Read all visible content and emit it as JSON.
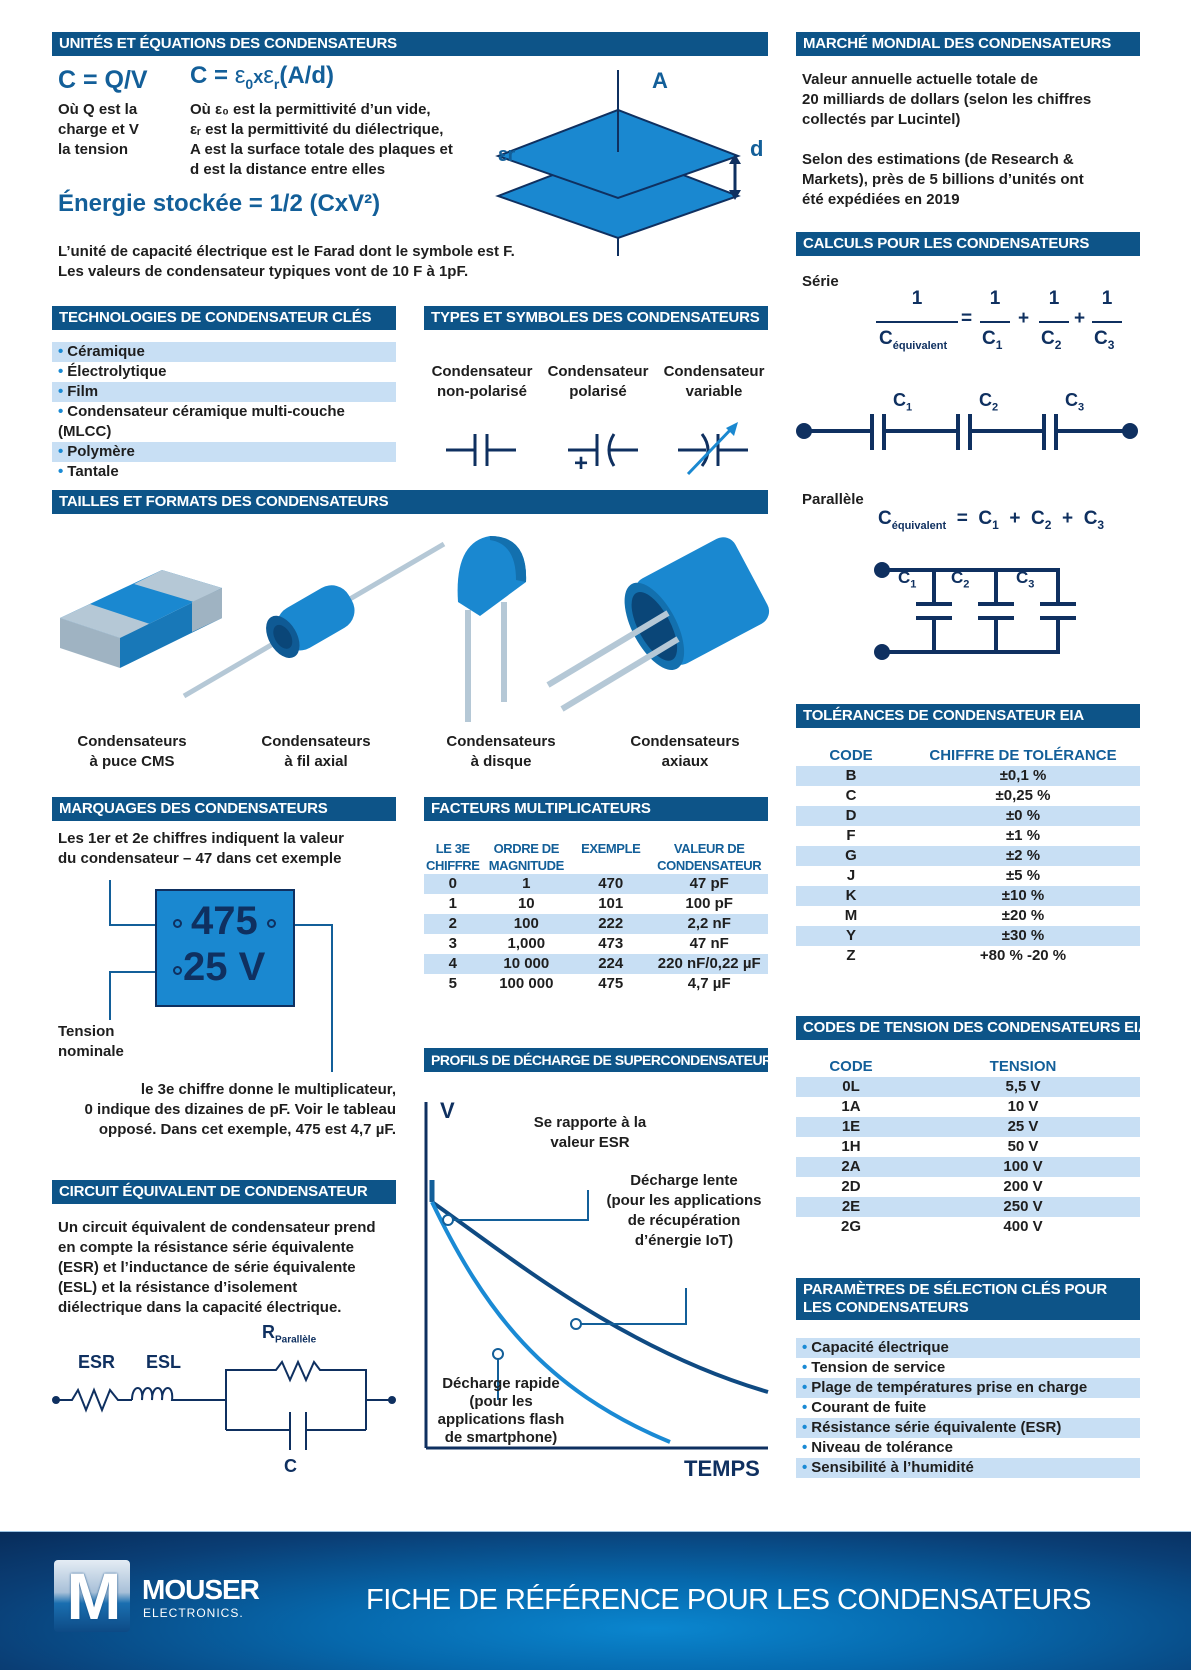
{
  "units": {
    "header": "UNITÉS ET ÉQUATIONS DES CONDENSATEURS",
    "eq1": "C = Q/V",
    "eq1_desc": [
      "Où Q est la",
      "charge et V",
      "la tension"
    ],
    "eq2_prefix": "C = ",
    "eq2_e0": "ε",
    "eq2_e0_sub": "0",
    "eq2_x": "x",
    "eq2_er": "ε",
    "eq2_er_sub": "r",
    "eq2_suffix": "(A/d)",
    "eq2_desc": [
      "Où ε₀ est la permittivité d’un vide,",
      "εᵣ est la permittivité du diélectrique,",
      "A est la surface totale des plaques et",
      "d est la distance entre elles"
    ],
    "energy": "Énergie stockée = 1/2 (CxV²)",
    "farad_lines": [
      "L’unité de capacité électrique est le Farad dont le symbole est F.",
      "Les valeurs de condensateur typiques vont de 10 F à 1pF."
    ],
    "diagram": {
      "label_A": "A",
      "label_d": "d",
      "label_er": "εr"
    }
  },
  "market": {
    "header": "MARCHÉ MONDIAL DES CONDENSATEURS",
    "para1": [
      "Valeur annuelle actuelle totale de",
      "20 milliards de dollars (selon les chiffres",
      "collectés par Lucintel)"
    ],
    "para2": [
      "Selon des estimations (de Research &",
      "Markets), près de 5 billions d’unités ont",
      "été expédiées en 2019"
    ]
  },
  "calcs": {
    "header": "CALCULS POUR LES CONDENSATEURS",
    "serie_label": "Série",
    "parallel_label": "Parallèle",
    "one": "1",
    "c_eq": "C",
    "eq_sub": "équivalent",
    "c1": "C",
    "s1": "1",
    "c2": "C",
    "s2": "2",
    "c3": "C",
    "s3": "3",
    "equals": "=",
    "plus": "+"
  },
  "technologies": {
    "header": "TECHNOLOGIES DE CONDENSATEUR CLÉS",
    "items": [
      "Céramique",
      "Électrolytique",
      "Film",
      "Condensateur céramique multi-couche (MLCC)",
      "Polymère",
      "Tantale"
    ]
  },
  "types": {
    "header": "TYPES ET SYMBOLES DES CONDENSATEURS",
    "items": [
      {
        "line1": "Condensateur",
        "line2": "non-polarisé"
      },
      {
        "line1": "Condensateur",
        "line2": "polarisé"
      },
      {
        "line1": "Condensateur",
        "line2": "variable"
      }
    ],
    "plus_sign": "+"
  },
  "sizes": {
    "header": "TAILLES ET FORMATS DES CONDENSATEURS",
    "items": [
      {
        "line1": "Condensateurs",
        "line2": "à puce CMS"
      },
      {
        "line1": "Condensateurs",
        "line2": "à fil axial"
      },
      {
        "line1": "Condensateurs",
        "line2": "à disque"
      },
      {
        "line1": "Condensateurs",
        "line2": "axiaux"
      }
    ]
  },
  "markings": {
    "header": "MARQUAGES DES CONDENSATEURS",
    "top_text": [
      "Les 1er et 2e chiffres indiquent la valeur",
      "du condensateur – 47 dans cet exemple"
    ],
    "code": "475",
    "voltage": "25 V",
    "tension_label": [
      "Tension",
      "nominale"
    ],
    "bottom_text": [
      "le 3e chiffre donne le multiplicateur,",
      "0 indique des dizaines de pF. Voir le tableau",
      "opposé. Dans cet exemple, 475 est 4,7 µF."
    ]
  },
  "multipliers": {
    "header": "FACTEURS MULTIPLICATEURS",
    "columns": [
      [
        "LE 3E",
        "CHIFFRE"
      ],
      [
        "ORDRE DE",
        "MAGNITUDE"
      ],
      [
        "EXEMPLE",
        ""
      ],
      [
        "VALEUR DE",
        "CONDENSATEUR"
      ]
    ],
    "rows": [
      [
        "0",
        "1",
        "470",
        "47 pF"
      ],
      [
        "1",
        "10",
        "101",
        "100 pF"
      ],
      [
        "2",
        "100",
        "222",
        "2,2 nF"
      ],
      [
        "3",
        "1,000",
        "473",
        "47 nF"
      ],
      [
        "4",
        "10 000",
        "224",
        "220 nF/0,22 µF"
      ],
      [
        "5",
        "100 000",
        "475",
        "4,7 µF"
      ]
    ]
  },
  "discharge": {
    "header": "PROFILS DE DÉCHARGE DE SUPERCONDENSATEUR",
    "y_label": "V",
    "x_label": "TEMPS",
    "esr_note": [
      "Se rapporte à la",
      "valeur ESR"
    ],
    "slow_note": [
      "Décharge lente",
      "(pour les applications",
      "de récupération",
      "d’énergie IoT)"
    ],
    "fast_note": [
      "Décharge rapide",
      "(pour les",
      "applications flash",
      "de smartphone)"
    ]
  },
  "chart_data": {
    "type": "line",
    "title": "PROFILS DE DÉCHARGE DE SUPERCONDENSATEUR",
    "xlabel": "TEMPS",
    "ylabel": "V",
    "x": [
      0,
      0.1,
      0.2,
      0.3,
      0.4,
      0.5,
      0.6,
      0.7,
      0.8,
      0.9,
      1.0
    ],
    "series": [
      {
        "name": "Décharge lente",
        "values": [
          0.74,
          0.62,
          0.52,
          0.44,
          0.37,
          0.31,
          0.26,
          0.21,
          0.17,
          0.13,
          0.11
        ]
      },
      {
        "name": "Décharge rapide",
        "values": [
          0.74,
          0.52,
          0.35,
          0.21,
          0.1,
          0.03,
          0.0,
          null,
          null,
          null,
          null
        ]
      }
    ],
    "annotations": [
      "Se rapporte à la valeur ESR",
      "Décharge lente (pour les applications de récupération d’énergie IoT)",
      "Décharge rapide (pour les applications flash de smartphone)"
    ],
    "grid": false
  },
  "equivalent": {
    "header": "CIRCUIT ÉQUIVALENT DE CONDENSATEUR",
    "text": [
      "Un circuit équivalent de condensateur prend",
      "en compte la résistance série équivalente",
      "(ESR) et l’inductance de série équivalente",
      "(ESL) et la résistance d’isolement",
      "diélectrique dans la capacité électrique."
    ],
    "esr": "ESR",
    "esl": "ESL",
    "r": "R",
    "r_sub": "Parallèle",
    "c": "C"
  },
  "tolerances": {
    "header": "TOLÉRANCES DE CONDENSATEUR EIA",
    "columns": [
      "CODE",
      "CHIFFRE DE TOLÉRANCE"
    ],
    "rows": [
      [
        "B",
        "±0,1 %"
      ],
      [
        "C",
        "±0,25 %"
      ],
      [
        "D",
        "±0 %"
      ],
      [
        "F",
        "±1 %"
      ],
      [
        "G",
        "±2 %"
      ],
      [
        "J",
        "±5 %"
      ],
      [
        "K",
        "±10 %"
      ],
      [
        "M",
        "±20 %"
      ],
      [
        "Y",
        "±30 %"
      ],
      [
        "Z",
        "+80 % -20 %"
      ]
    ]
  },
  "voltage_codes": {
    "header": "CODES DE TENSION DES CONDENSATEURS EIA",
    "columns": [
      "CODE",
      "TENSION"
    ],
    "rows": [
      [
        "0L",
        "5,5 V"
      ],
      [
        "1A",
        "10 V"
      ],
      [
        "1E",
        "25 V"
      ],
      [
        "1H",
        "50 V"
      ],
      [
        "2A",
        "100 V"
      ],
      [
        "2D",
        "200 V"
      ],
      [
        "2E",
        "250 V"
      ],
      [
        "2G",
        "400 V"
      ]
    ]
  },
  "selection": {
    "header": "PARAMÈTRES DE SÉLECTION CLÉS POUR LES CONDENSATEURS",
    "items": [
      "Capacité électrique",
      "Tension de service",
      "Plage de températures prise en charge",
      "Courant de fuite",
      "Résistance série équivalente (ESR)",
      "Niveau de tolérance",
      "Sensibilité à l’humidité"
    ]
  },
  "footer": {
    "brand": "MOUSER",
    "brand_sub": "ELECTRONICS.",
    "logo_letter": "M",
    "title": "FICHE DE RÉFÉRENCE POUR LES CONDENSATEURS"
  },
  "colors": {
    "header_bg": "#0d5488",
    "accent_blue": "#1a8ad4",
    "stripe": "#c8dff4",
    "navy": "#0f3060"
  }
}
